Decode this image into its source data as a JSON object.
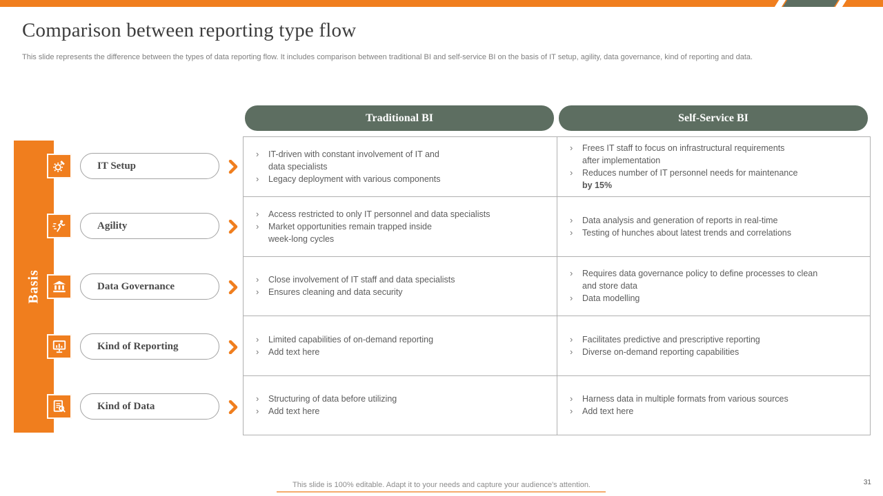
{
  "slide": {
    "title": "Comparison between reporting type flow",
    "subtitle": "This slide represents the difference between the types of data reporting flow. It includes comparison between traditional BI and self-service BI on the basis of IT setup, agility, data governance, kind of reporting and data.",
    "footer_note": "This slide is 100% editable. Adapt it to your needs and capture your audience's attention.",
    "page_number": "31"
  },
  "colors": {
    "accent_orange": "#F07E1E",
    "header_green": "#5D6E61",
    "body_text": "#5C5C5C",
    "border_gray": "#B0B0B0"
  },
  "flow": {
    "axis_label": "Basis",
    "categories": [
      {
        "label": "IT Setup",
        "icon": "gear-wrench-icon"
      },
      {
        "label": "Agility",
        "icon": "runner-icon"
      },
      {
        "label": "Data Governance",
        "icon": "bank-icon"
      },
      {
        "label": "Kind of Reporting",
        "icon": "monitor-chart-icon"
      },
      {
        "label": "Kind of Data",
        "icon": "document-magnifier-icon"
      }
    ]
  },
  "table": {
    "columns": [
      "Traditional BI",
      "Self-Service BI"
    ],
    "rows": [
      {
        "basis": "IT Setup",
        "traditional": [
          [
            "IT-driven with constant involvement of IT and\ndata specialists"
          ],
          [
            "Legacy deployment with various components"
          ]
        ],
        "self_service": [
          [
            "Frees IT staff to focus on infrastructural requirements\nafter implementation"
          ],
          [
            "Reduces number of IT personnel needs for maintenance\n",
            {
              "b": "by 15%"
            }
          ]
        ]
      },
      {
        "basis": "Agility",
        "traditional": [
          [
            "Access restricted to only IT personnel and data specialists"
          ],
          [
            "Market opportunities remain trapped inside\nweek-long cycles"
          ]
        ],
        "self_service": [
          [
            "Data analysis and generation of reports in real-time"
          ],
          [
            "Testing of hunches about latest trends and correlations"
          ]
        ]
      },
      {
        "basis": "Data Governance",
        "traditional": [
          [
            "Close involvement of IT staff and data specialists"
          ],
          [
            "Ensures cleaning and data security"
          ]
        ],
        "self_service": [
          [
            "Requires data governance policy to define processes to clean\nand store data"
          ],
          [
            "Data modelling"
          ]
        ]
      },
      {
        "basis": "Kind of Reporting",
        "traditional": [
          [
            "Limited capabilities of on-demand reporting"
          ],
          [
            "Add text here"
          ]
        ],
        "self_service": [
          [
            "Facilitates predictive and prescriptive reporting"
          ],
          [
            "Diverse on-demand reporting capabilities"
          ]
        ]
      },
      {
        "basis": "Kind of Data",
        "traditional": [
          [
            "Structuring of data before utilizing"
          ],
          [
            "Add text here"
          ]
        ],
        "self_service": [
          [
            "Harness data in multiple formats from various sources"
          ],
          [
            "Add text here"
          ]
        ]
      }
    ]
  }
}
